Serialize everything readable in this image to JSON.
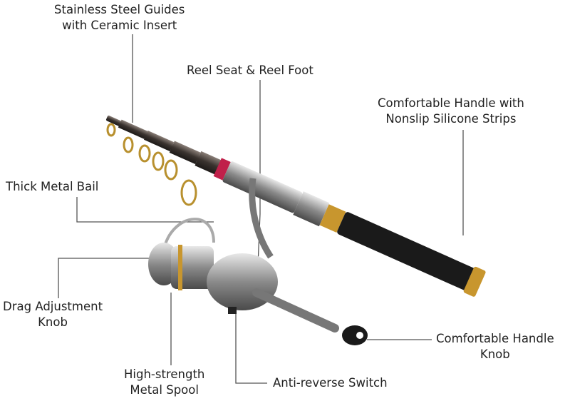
{
  "labels": {
    "guides": [
      "Stainless Steel Guides",
      "with Ceramic Insert"
    ],
    "reel_seat": "Reel Seat & Reel Foot",
    "handle": [
      "Comfortable Handle with",
      "Nonslip Silicone Strips"
    ],
    "bail": "Thick Metal Bail",
    "drag": [
      "Drag Adjustment",
      "Knob"
    ],
    "handle_knob": [
      "Comfortable Handle",
      "Knob"
    ],
    "spool": [
      "High-strength",
      "Metal Spool"
    ],
    "anti_reverse": "Anti-reverse Switch"
  },
  "colors": {
    "leader_line": "#555555",
    "handle_grip": "#1a1a1a",
    "gold_trim": "#c8962e",
    "red_ring": "#c0204a",
    "metal": "#9a9a9a"
  }
}
